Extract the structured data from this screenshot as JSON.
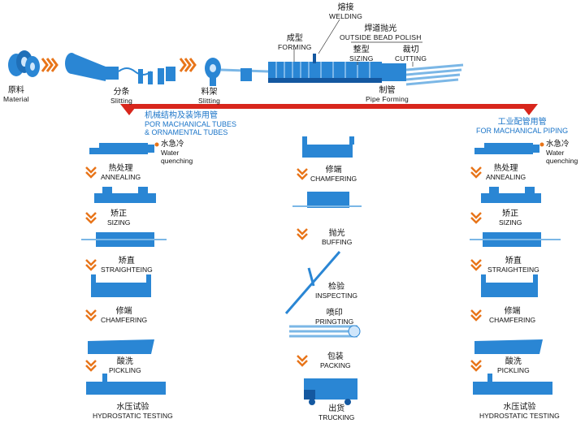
{
  "top_line": {
    "material": {
      "zh": "原料",
      "en": "Material"
    },
    "slitting1": {
      "zh": "分条",
      "en": "Slitting"
    },
    "slitting2": {
      "zh": "料架",
      "en": "Slitting"
    },
    "forming": {
      "zh": "成型",
      "en": "FORMING"
    },
    "welding": {
      "zh": "熔接",
      "en": "WELDING"
    },
    "bead_polish": {
      "zh": "焊道抛光",
      "en": "OUTSIDE BEAD POLISH"
    },
    "sizing": {
      "zh": "整型",
      "en": "SIZING"
    },
    "cutting": {
      "zh": "裁切",
      "en": "CUTTING"
    },
    "pipe_forming": {
      "zh": "制管",
      "en": "Pipe Forming"
    }
  },
  "left_branch": {
    "title_zh": "机械结构及装饰用管",
    "title_en1": "POR MACHANICAL TUBES",
    "title_en2": "& ORNAMENTAL TUBES",
    "quench": {
      "zh": "水急冷",
      "en1": "Water",
      "en2": "quenching"
    },
    "steps": [
      {
        "zh": "热处理",
        "en": "ANNEALING"
      },
      {
        "zh": "矫正",
        "en": "SIZING"
      },
      {
        "zh": "矫直",
        "en": "STRAIGHTEING"
      },
      {
        "zh": "修端",
        "en": "CHAMFERING"
      },
      {
        "zh": "酸洗",
        "en": "PICKLING"
      },
      {
        "zh": "水压试验",
        "en": "HYDROSTATIC TESTING"
      }
    ]
  },
  "middle_branch": {
    "steps": [
      {
        "zh": "修端",
        "en": "CHAMFERING"
      },
      {
        "zh": "抛光",
        "en": "BUFFING"
      },
      {
        "zh": "检验",
        "en": "INSPECTING"
      },
      {
        "zh": "喷印",
        "en": "PRINGTING"
      },
      {
        "zh": "包装",
        "en": "PACKING"
      },
      {
        "zh": "出货",
        "en": "TRUCKING"
      }
    ]
  },
  "right_branch": {
    "title_zh": "工业配管用管",
    "title_en": "FOR MACHANICAL PIPING",
    "quench": {
      "zh": "水急冷",
      "en1": "Water",
      "en2": "quenching"
    },
    "steps": [
      {
        "zh": "热处理",
        "en": "ANNEALING"
      },
      {
        "zh": "矫正",
        "en": "SIZING"
      },
      {
        "zh": "矫直",
        "en": "STRAIGHTEING"
      },
      {
        "zh": "修端",
        "en": "CHAMFERING"
      },
      {
        "zh": "酸洗",
        "en": "PICKLING"
      },
      {
        "zh": "水压试验",
        "en": "HYDROSTATIC TESTING"
      }
    ]
  },
  "colors": {
    "machine": "#2a86d4",
    "machine_dark": "#1458a0",
    "arrow_red": "#d8261c",
    "chevron_orange": "#e8751a",
    "title_blue": "#1a74c8"
  }
}
